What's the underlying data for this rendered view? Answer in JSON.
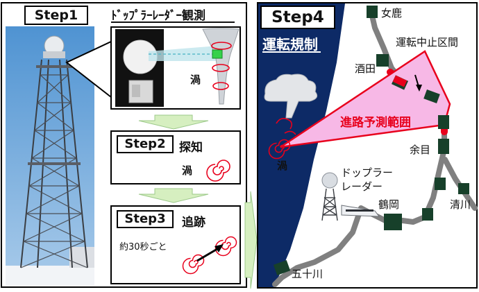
{
  "step1": {
    "label": "Step1",
    "title": "ﾄﾞｯﾌﾟﾗｰﾚｰﾀﾞｰ観測",
    "vortex_label": "渦"
  },
  "step2": {
    "label": "Step2",
    "title": "探知",
    "vortex_label": "渦"
  },
  "step3": {
    "label": "Step3",
    "title": "追跡",
    "interval_label": "約30秒ごと"
  },
  "step4": {
    "label": "Step4",
    "title": "運転規制",
    "vortex_label": "渦",
    "radar_label_line1": "ドップラー",
    "radar_label_line2": "レーダー",
    "prediction_label": "進路予測範囲",
    "suspended_section_label": "運転中止区間",
    "stations": {
      "menashika": "女鹿",
      "sakata": "酒田",
      "amarume": "余目",
      "tsuruoka": "鶴岡",
      "kiyokawa": "清川",
      "isogawa": "五十川"
    }
  },
  "colors": {
    "sea": "#0d2a66",
    "land": "#ffffff",
    "rail": "#808080",
    "station": "#17402a",
    "suspended": "#e8001c",
    "prediction_fill": "#f7b8e6",
    "arrow_fill": "#d6efc0",
    "vortex": "#e8001c"
  }
}
